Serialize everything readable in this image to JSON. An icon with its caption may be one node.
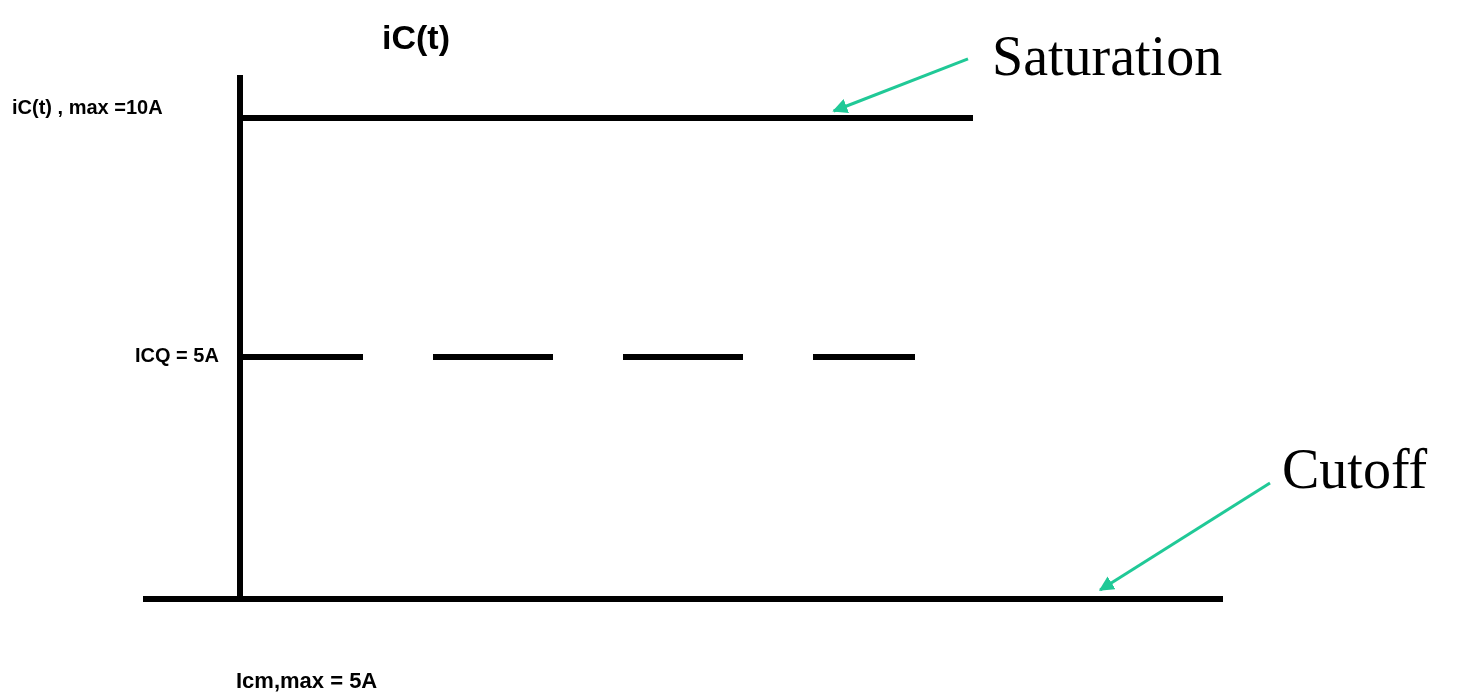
{
  "diagram": {
    "nodes": [
      {
        "text": [
          "Saturation"
        ]
      },
      {
        "text": [],
        "shape": "line"
      },
      {
        "text": [
          "Cutoff"
        ]
      },
      {
        "text": [],
        "shape": "line"
      }
    ],
    "edges": [
      {
        "from": 0,
        "to": 1,
        "arrow": "to"
      },
      {
        "from": 2,
        "to": 3,
        "arrow": "to"
      }
    ],
    "labels": [
      "iC(t)",
      "iC(t) , max =10A",
      "ICQ = 5A",
      "Icm,max = 5A"
    ]
  }
}
